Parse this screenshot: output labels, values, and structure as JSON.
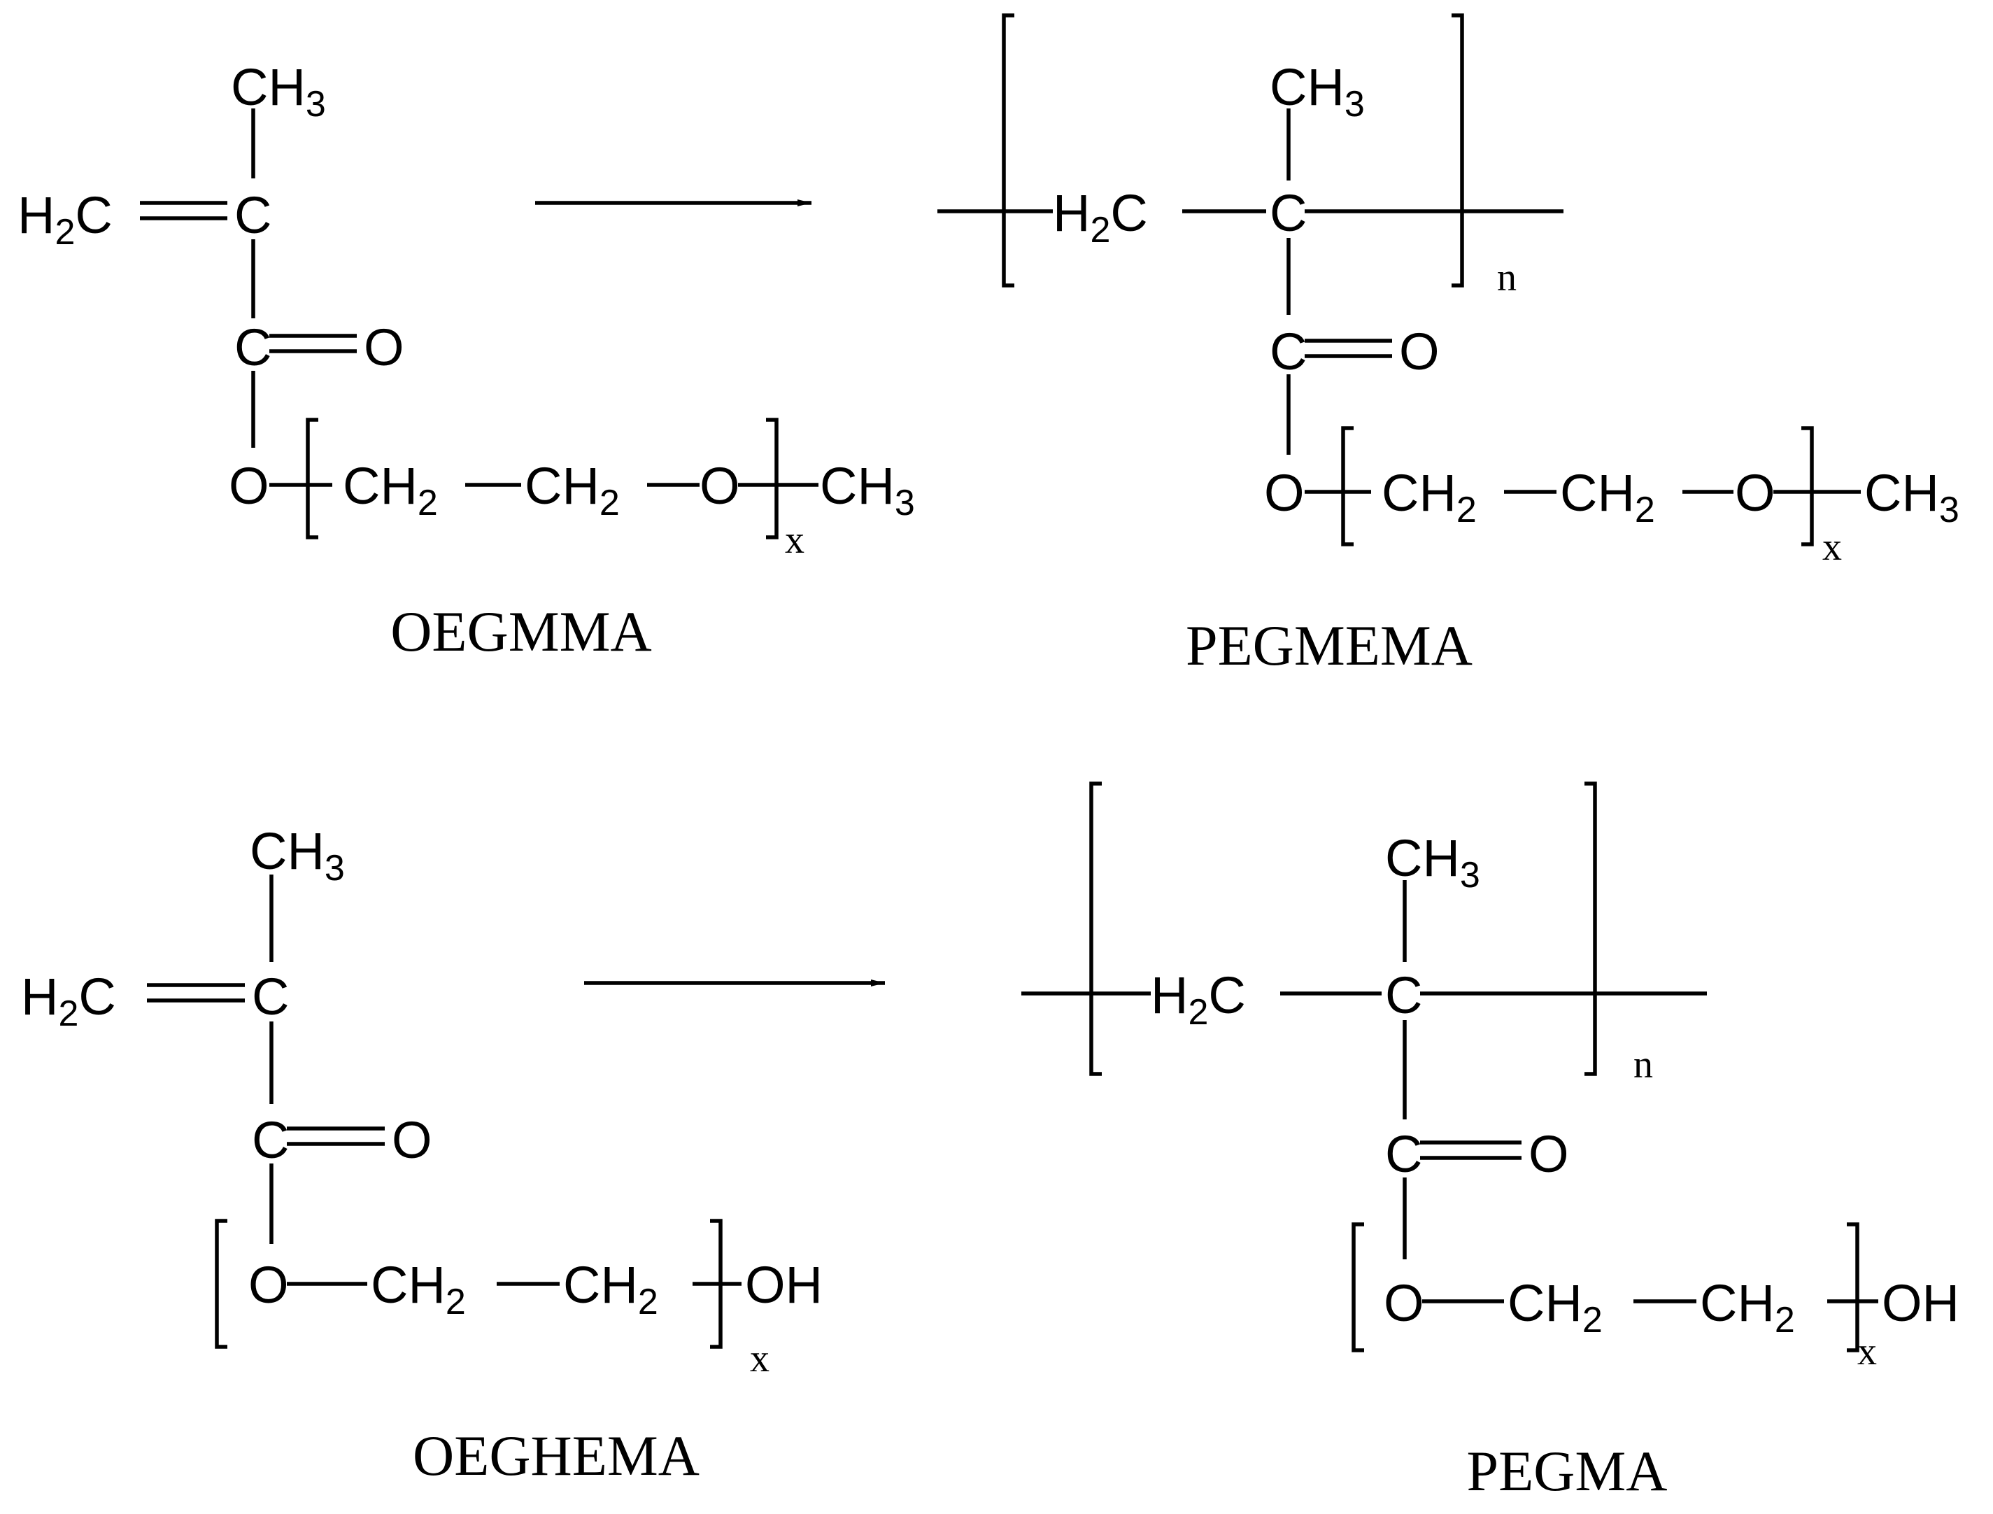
{
  "atoms": {
    "c": "C",
    "o": "O",
    "h2": "H",
    "ch": "CH",
    "oh": "OH",
    "sub2": "2",
    "sub3": "3"
  },
  "indices": {
    "repeat_units": "x",
    "polymer": "n"
  },
  "compounds": {
    "top_monomer": "OEGMMA",
    "top_polymer": "PEGMEMA",
    "bottom_monomer": "OEGHEMA",
    "bottom_polymer": "PEGMA"
  }
}
